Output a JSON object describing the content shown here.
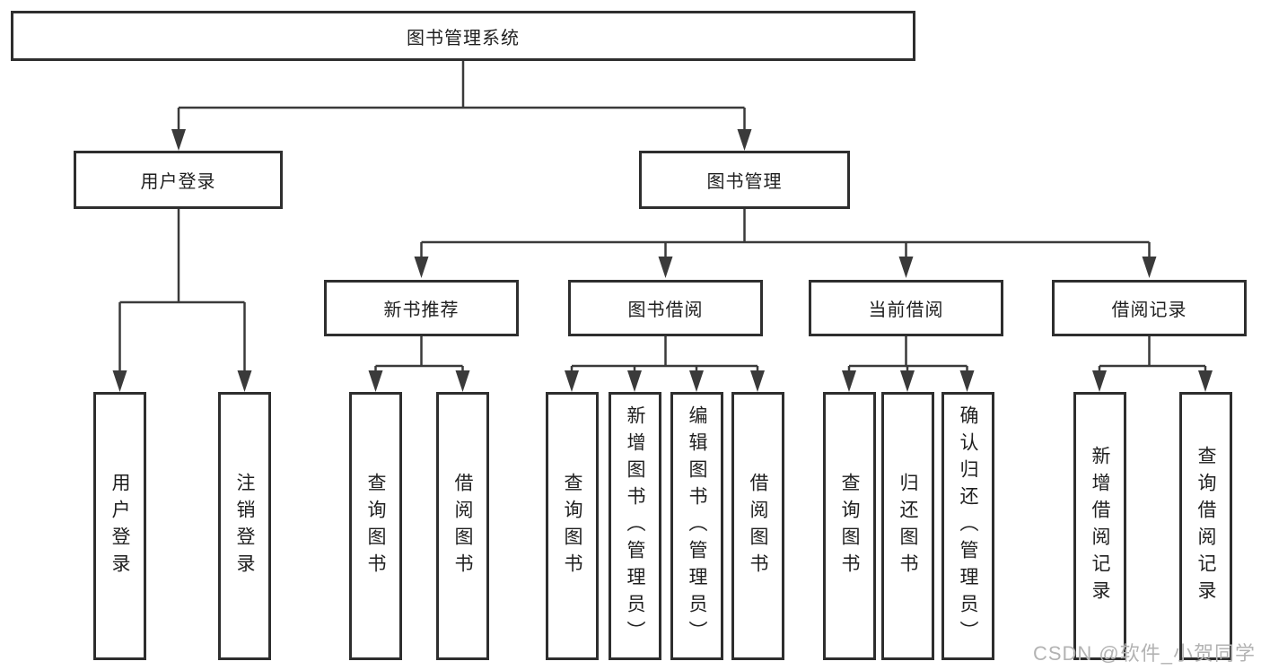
{
  "diagram": {
    "tree": {
      "label": "图书管理系统",
      "children": [
        {
          "label": "用户登录",
          "children": [
            {
              "label": "用户登录"
            },
            {
              "label": "注销登录"
            }
          ]
        },
        {
          "label": "图书管理",
          "children": [
            {
              "label": "新书推荐",
              "children": [
                {
                  "label": "查询图书"
                },
                {
                  "label": "借阅图书"
                }
              ]
            },
            {
              "label": "图书借阅",
              "children": [
                {
                  "label": "查询图书"
                },
                {
                  "label": "新增图书（管理员）"
                },
                {
                  "label": "编辑图书（管理员）"
                },
                {
                  "label": "借阅图书"
                }
              ]
            },
            {
              "label": "当前借阅",
              "children": [
                {
                  "label": "查询图书"
                },
                {
                  "label": "归还图书"
                },
                {
                  "label": "确认归还（管理员）"
                }
              ]
            },
            {
              "label": "借阅记录",
              "children": [
                {
                  "label": "新增借阅记录"
                },
                {
                  "label": "查询借阅记录"
                }
              ]
            }
          ]
        }
      ]
    },
    "colors": {
      "line": "#3a3a3a",
      "box_border": "#2e2e2e",
      "text": "#1f1f1f",
      "watermark": "#b3b3b3",
      "background": "#ffffff"
    }
  },
  "watermark": {
    "text": "CSDN @软件_小贺同学"
  }
}
